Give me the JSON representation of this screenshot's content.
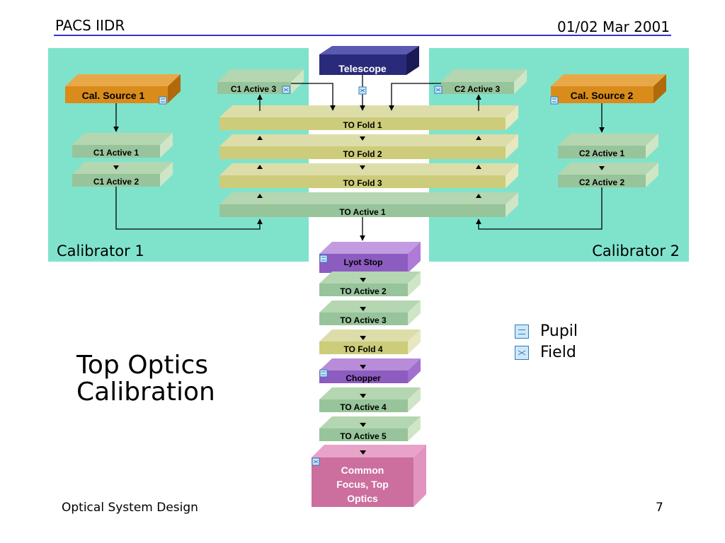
{
  "header": {
    "left": "PACS IIDR",
    "right": "01/02 Mar 2001"
  },
  "panels": {
    "left_label": "Calibrator 1",
    "right_label": "Calibrator 2"
  },
  "boxes": {
    "telescope": "Telescope",
    "cal_source_1": "Cal. Source 1",
    "cal_source_2": "Cal. Source 2",
    "c1_active_1": "C1 Active 1",
    "c1_active_2": "C1 Active 2",
    "c1_active_3": "C1 Active 3",
    "c2_active_1": "C2 Active 1",
    "c2_active_2": "C2 Active 2",
    "c2_active_3": "C2 Active 3",
    "to_fold_1": "TO Fold 1",
    "to_fold_2": "TO Fold 2",
    "to_fold_3": "TO Fold 3",
    "to_active_1": "TO Active 1",
    "lyot_stop": "Lyot Stop",
    "to_active_2": "TO Active 2",
    "to_active_3": "TO Active 3",
    "to_fold_4": "TO Fold 4",
    "chopper": "Chopper",
    "to_active_4": "TO Active 4",
    "to_active_5": "TO Active 5",
    "common_focus_1": "Common",
    "common_focus_2": "Focus, Top",
    "common_focus_3": "Optics"
  },
  "title": {
    "line1": "Top Optics",
    "line2": "Calibration"
  },
  "legend": {
    "pupil": "Pupil",
    "field": "Field"
  },
  "footer": {
    "left": "Optical System Design",
    "right": "7"
  },
  "colors": {
    "panel": "#7fe3cc",
    "green_box": "#97c49a",
    "olive_box": "#cccc7a",
    "orange_box": "#d98c1a",
    "navy_box": "#2a2a7a",
    "purple_box": "#8c5cc0",
    "pink_box": "#cc6e9e"
  }
}
